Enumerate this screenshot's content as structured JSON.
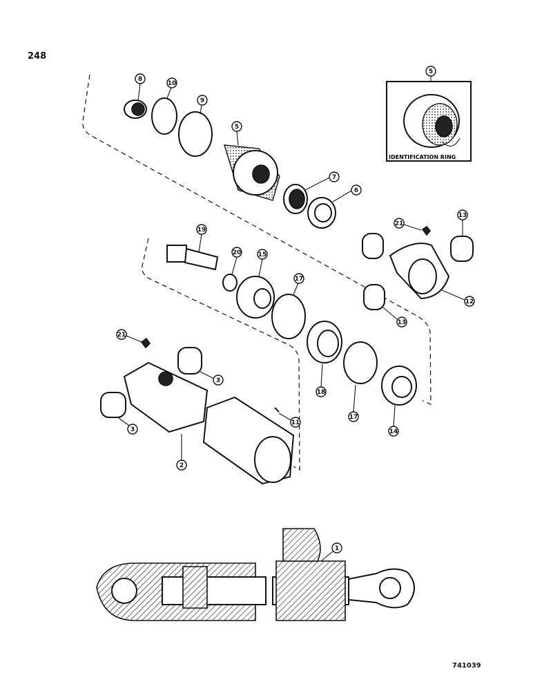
{
  "page_number": "248",
  "figure_code": "741039",
  "inset": {
    "callout": "5",
    "label": "IDENTIFICATION RING"
  },
  "callouts": {
    "c1": "1",
    "c2": "2",
    "c3a": "3",
    "c3b": "3",
    "c5": "5",
    "c6": "6",
    "c7": "7",
    "c8": "8",
    "c9": "9",
    "c10": "10",
    "c11": "11",
    "c12": "12",
    "c13a": "13",
    "c13b": "13",
    "c14": "14",
    "c15": "15",
    "c17a": "17",
    "c17b": "17",
    "c18": "18",
    "c19": "19",
    "c20": "20",
    "c21a": "21",
    "c21b": "21"
  }
}
